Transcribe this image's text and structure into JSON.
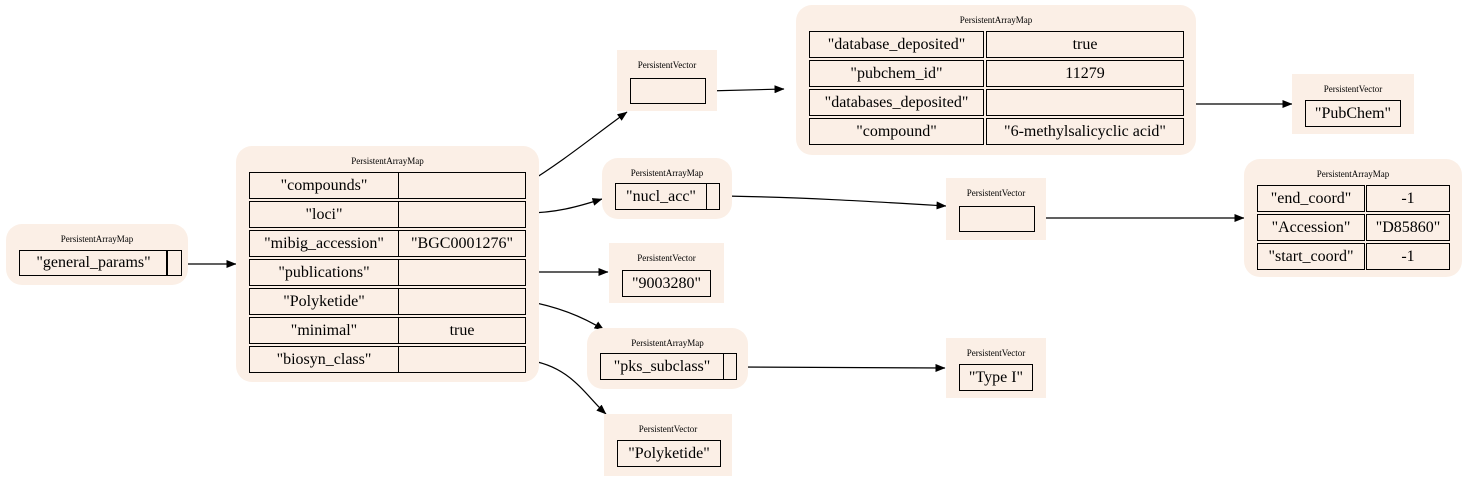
{
  "colors": {
    "node_fill": "#fbefe6",
    "stroke": "#000000",
    "background": "#ffffff"
  },
  "nodes": {
    "root": {
      "title": "PersistentArrayMap",
      "key": "\"general_params\""
    },
    "general": {
      "title": "PersistentArrayMap",
      "rows": [
        {
          "key": "\"compounds\"",
          "value": ""
        },
        {
          "key": "\"loci\"",
          "value": ""
        },
        {
          "key": "\"mibig_accession\"",
          "value": "\"BGC0001276\""
        },
        {
          "key": "\"publications\"",
          "value": ""
        },
        {
          "key": "\"Polyketide\"",
          "value": ""
        },
        {
          "key": "\"minimal\"",
          "value": "true"
        },
        {
          "key": "\"biosyn_class\"",
          "value": ""
        }
      ]
    },
    "compounds_vec": {
      "title": "PersistentVector"
    },
    "compound_map": {
      "title": "PersistentArrayMap",
      "rows": [
        {
          "key": "\"database_deposited\"",
          "value": "true"
        },
        {
          "key": "\"pubchem_id\"",
          "value": "11279"
        },
        {
          "key": "\"databases_deposited\"",
          "value": ""
        },
        {
          "key": "\"compound\"",
          "value": "\"6-methylsalicyclic acid\""
        }
      ]
    },
    "pubchem_vec": {
      "title": "PersistentVector",
      "item": "\"PubChem\""
    },
    "loci_map": {
      "title": "PersistentArrayMap",
      "key": "\"nucl_acc\""
    },
    "nucl_vec": {
      "title": "PersistentVector"
    },
    "acc_map": {
      "title": "PersistentArrayMap",
      "rows": [
        {
          "key": "\"end_coord\"",
          "value": "-1"
        },
        {
          "key": "\"Accession\"",
          "value": "\"D85860\""
        },
        {
          "key": "\"start_coord\"",
          "value": "-1"
        }
      ]
    },
    "pub_vec": {
      "title": "PersistentVector",
      "item": "\"9003280\""
    },
    "pks_map": {
      "title": "PersistentArrayMap",
      "key": "\"pks_subclass\""
    },
    "type_vec": {
      "title": "PersistentVector",
      "item": "\"Type I\""
    },
    "poly_vec": {
      "title": "PersistentVector",
      "item": "\"Polyketide\""
    }
  }
}
